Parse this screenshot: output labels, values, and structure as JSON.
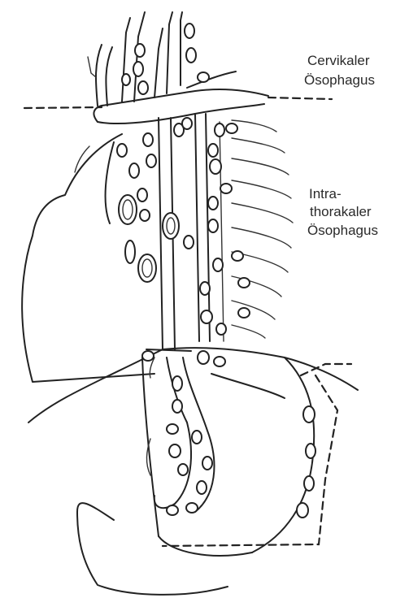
{
  "labels": {
    "cervical": [
      "Cervikaler",
      "Ösophagus"
    ],
    "thoracic": [
      "Intra-",
      "thorakaler",
      "Ösophagus"
    ]
  }
}
